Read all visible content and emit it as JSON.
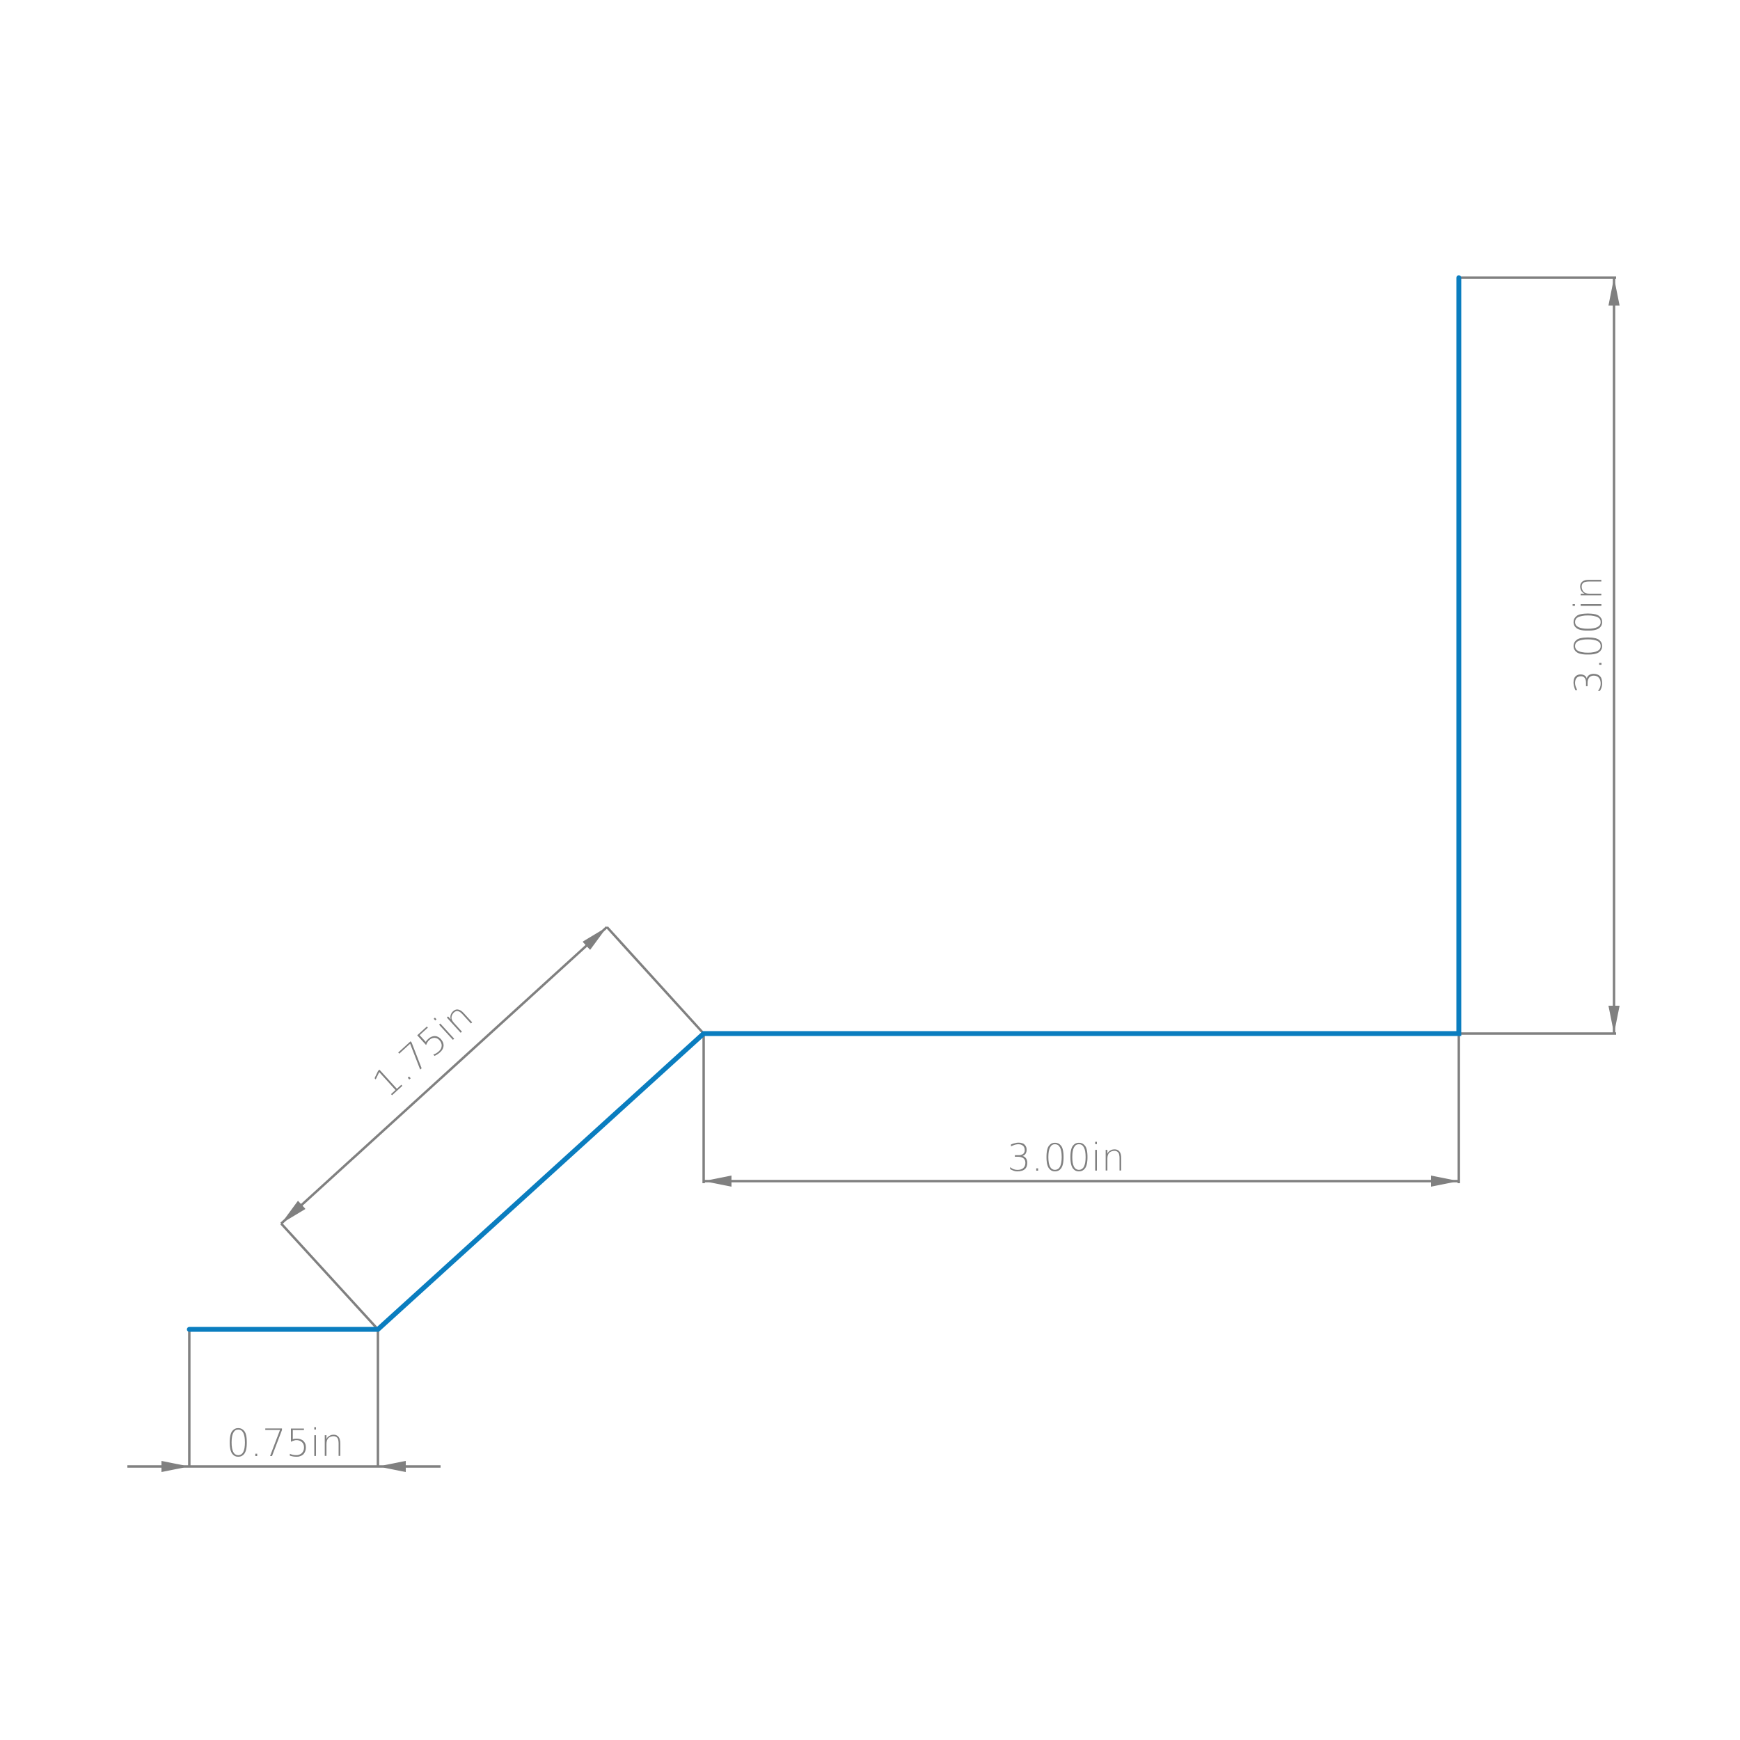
{
  "colors": {
    "profile": "#0a7dbf",
    "dimension": "#808080",
    "background": "#ffffff"
  },
  "dimensions": {
    "first_flat": "0.75in",
    "diagonal": "1.75in",
    "horizontal": "3.00in",
    "vertical": "3.00in"
  }
}
